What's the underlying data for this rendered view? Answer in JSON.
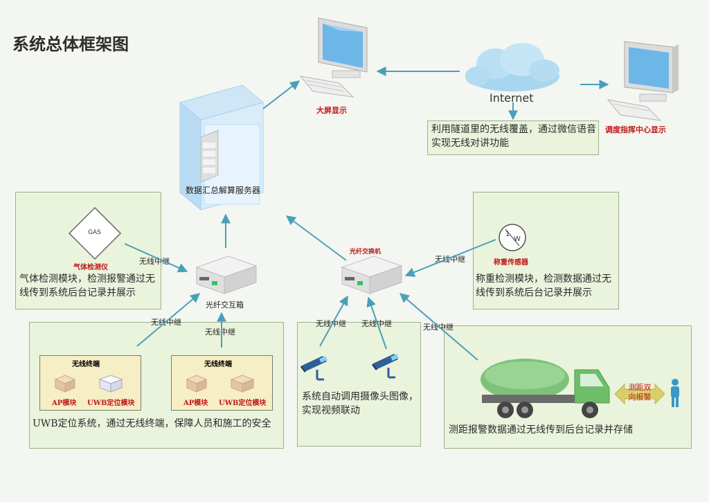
{
  "title": "系统总体框架图",
  "nodes": {
    "server_label": "数据汇总解算服务器",
    "big_screen": "大屏显示",
    "internet": "Internet",
    "dispatch": "调度指挥中心显示",
    "fiber_box": "光纤交互箱",
    "fiber_switch": "光纤交换机",
    "gas_sensor": "气体检测仪",
    "gas_icon": "GAS",
    "weight_sensor": "称重传感器",
    "weight_icon": "W"
  },
  "relays": {
    "r1": "无线中继",
    "r2": "无线中继",
    "r3": "无线中继",
    "r4": "无线中继",
    "r5": "无线中继",
    "r6": "无线中继",
    "r7": "无线中继"
  },
  "descriptions": {
    "internet": "利用隧道里的无线覆盖，通过微信语音实现无线对讲功能",
    "gas": "气体检测模块，检测报警通过无线传到系统后台记录并展示",
    "weight": "称重检测模块，检测数据通过无线传到系统后台记录并展示",
    "uwb": "UWB定位系统，通过无线终端，保障人员和施工的安全",
    "camera": "系统自动调用摄像头图像，实现视频联动",
    "truck": "测距报警数据通过无线传到后台记录并存储"
  },
  "terminals": [
    {
      "title": "无线终端",
      "ap": "AP模块",
      "uwb": "UWB定位模块"
    },
    {
      "title": "无线终端",
      "ap": "AP模块",
      "uwb": "UWB定位模块"
    }
  ],
  "truck_badge": "测距双向报警",
  "colors": {
    "arrow": "#4a9fb8",
    "panel": "#eaf3dc",
    "accent_red": "#c01818"
  }
}
